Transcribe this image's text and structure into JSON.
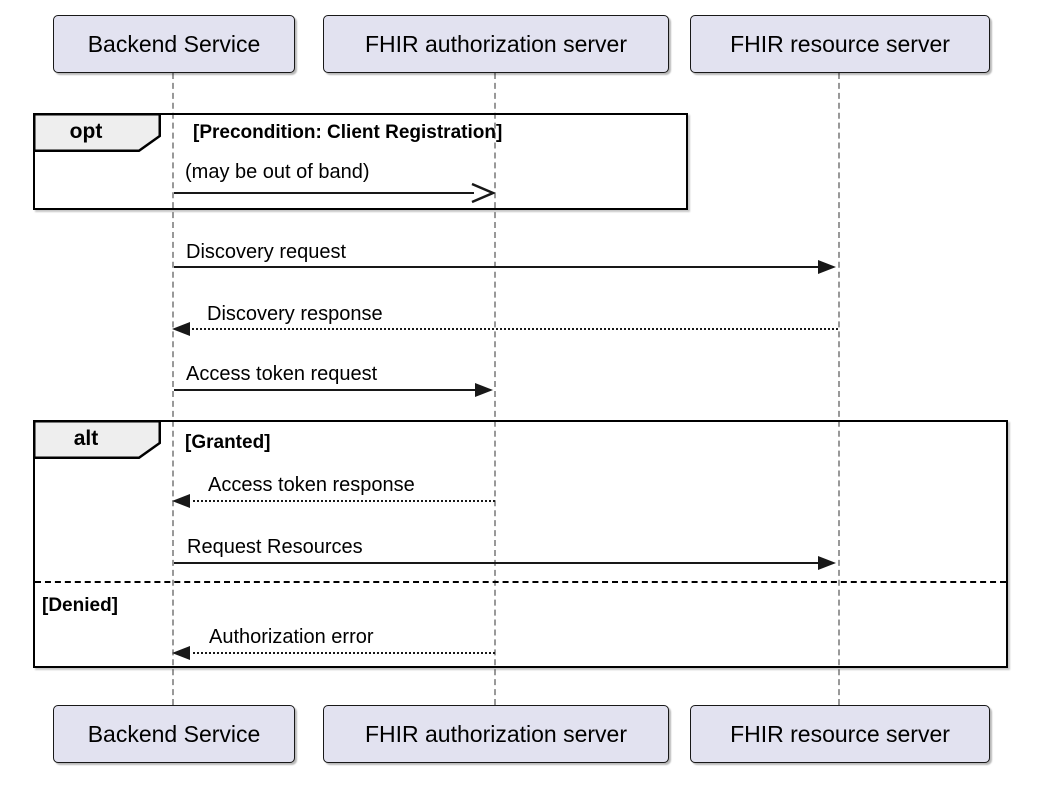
{
  "diagram_type": "uml-sequence-diagram",
  "colors": {
    "background": "#FFFFFF",
    "participant_fill": "#E2E2F0",
    "participant_border": "#181818",
    "frame_border": "#000000",
    "frame_label_fill": "#EEEEEE",
    "lifeline": "#999999",
    "arrow": "#181818",
    "text": "#000000"
  },
  "participants": [
    {
      "label": "Backend Service"
    },
    {
      "label": "FHIR authorization server"
    },
    {
      "label": "FHIR resource server"
    }
  ],
  "fragments": [
    {
      "operator": "opt",
      "condition": "[Precondition: Client Registration]"
    },
    {
      "operator": "alt",
      "condition": "[Granted]",
      "else_condition": "[Denied]"
    }
  ],
  "messages": [
    {
      "label": "(may be out of band)",
      "from": "Backend Service",
      "to": "FHIR authorization server",
      "line": "solid",
      "head": "open"
    },
    {
      "label": "Discovery request",
      "from": "Backend Service",
      "to": "FHIR resource server",
      "line": "solid",
      "head": "filled"
    },
    {
      "label": "Discovery response",
      "from": "FHIR resource server",
      "to": "Backend Service",
      "line": "dotted",
      "head": "filled"
    },
    {
      "label": "Access token request",
      "from": "Backend Service",
      "to": "FHIR authorization server",
      "line": "solid",
      "head": "filled"
    },
    {
      "label": "Access token response",
      "from": "FHIR authorization server",
      "to": "Backend Service",
      "line": "dotted",
      "head": "filled"
    },
    {
      "label": "Request Resources",
      "from": "Backend Service",
      "to": "FHIR resource server",
      "line": "solid",
      "head": "filled"
    },
    {
      "label": "Authorization error",
      "from": "FHIR authorization server",
      "to": "Backend Service",
      "line": "dotted",
      "head": "filled"
    }
  ]
}
